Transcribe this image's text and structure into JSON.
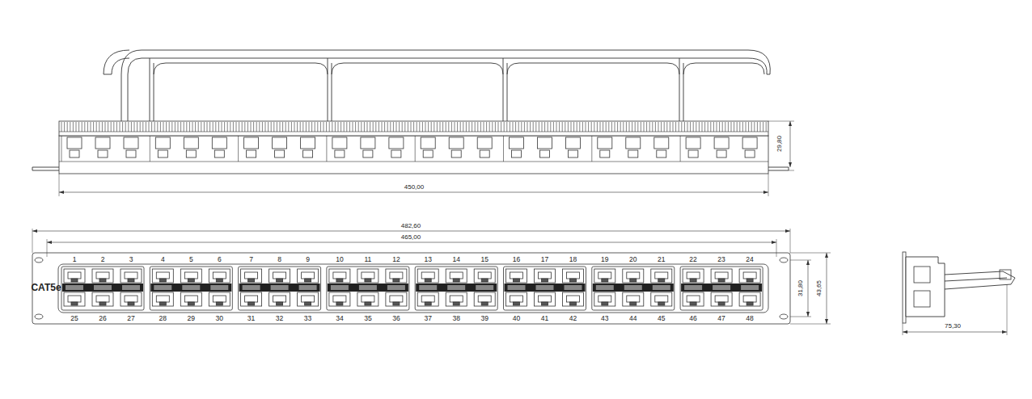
{
  "diagram": {
    "labels": [
      "29,80",
      "450,00",
      "482,60",
      "465,00",
      "1",
      "2",
      "3",
      "4",
      "5",
      "6",
      "7",
      "8",
      "9",
      "10",
      "11",
      "12",
      "13",
      "14",
      "15",
      "16",
      "17",
      "18",
      "19",
      "20",
      "21",
      "22",
      "23",
      "24",
      "CAT5e",
      "31,80",
      "43,65",
      "25",
      "26",
      "27",
      "28",
      "29",
      "30",
      "31",
      "32",
      "33",
      "34",
      "35",
      "36",
      "37",
      "38",
      "39",
      "40",
      "41",
      "42",
      "43",
      "44",
      "45",
      "46",
      "47",
      "48",
      "75,30"
    ]
  }
}
